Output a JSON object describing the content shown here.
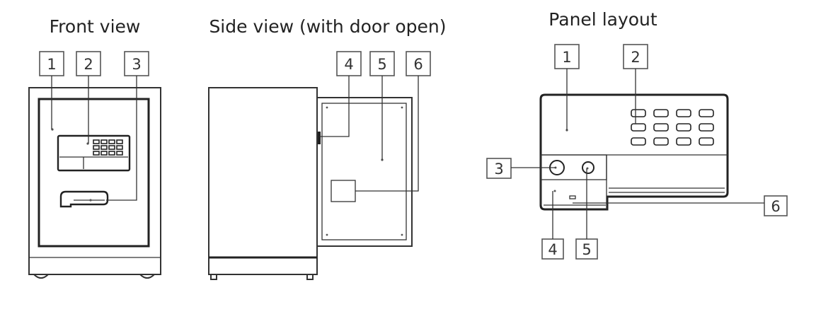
{
  "titles": {
    "front": "Front view",
    "side": "Side view (with door open)",
    "panel": "Panel layout"
  },
  "labels": {
    "front": [
      "1",
      "2",
      "3"
    ],
    "side": [
      "4",
      "5",
      "6"
    ],
    "panel": [
      "1",
      "2",
      "3",
      "4",
      "5",
      "6"
    ]
  }
}
